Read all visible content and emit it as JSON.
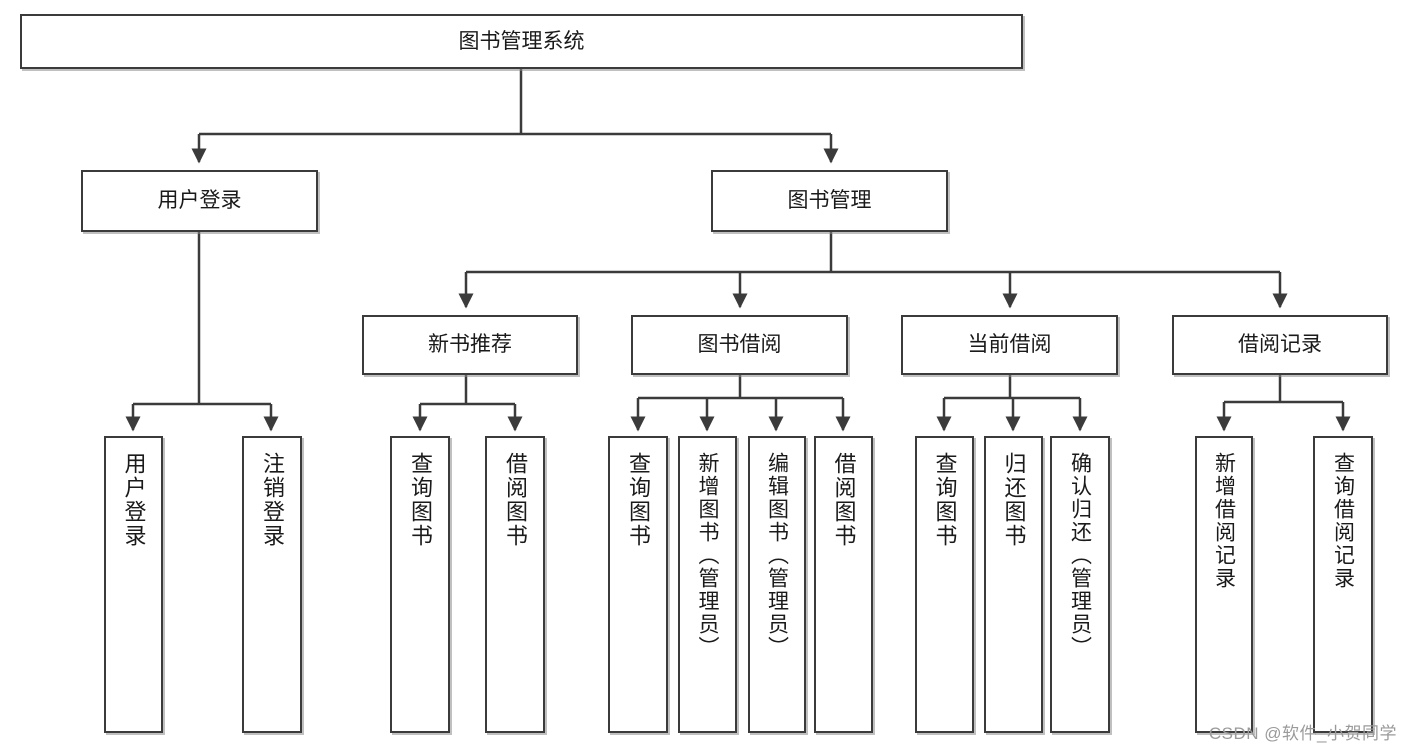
{
  "diagram": {
    "type": "tree",
    "title": "图书管理系统",
    "watermark": "CSDN @软件_小贺同学",
    "colors": {
      "box_border": "#3b3b3b",
      "box_fill": "#ffffff",
      "connector": "#3b3b3b",
      "text": "#1a1a1a",
      "watermark": "#9a9a9a"
    },
    "levels": {
      "root": {
        "label": "图书管理系统"
      },
      "level2": [
        {
          "label": "用户登录"
        },
        {
          "label": "图书管理"
        }
      ],
      "level3": [
        {
          "label": "新书推荐"
        },
        {
          "label": "图书借阅"
        },
        {
          "label": "当前借阅"
        },
        {
          "label": "借阅记录"
        }
      ],
      "leaves": {
        "user_login": [
          {
            "label": "用户登录"
          },
          {
            "label": "注销登录"
          }
        ],
        "new_book": [
          {
            "label": "查询图书"
          },
          {
            "label": "借阅图书"
          }
        ],
        "book_borrow": [
          {
            "label": "查询图书"
          },
          {
            "label": "新增图书（管理员）"
          },
          {
            "label": "编辑图书（管理员）"
          },
          {
            "label": "借阅图书"
          }
        ],
        "current_borrow": [
          {
            "label": "查询图书"
          },
          {
            "label": "归还图书"
          },
          {
            "label": "确认归还（管理员）"
          }
        ],
        "borrow_record": [
          {
            "label": "新增借阅记录"
          },
          {
            "label": "查询借阅记录"
          }
        ]
      }
    }
  }
}
